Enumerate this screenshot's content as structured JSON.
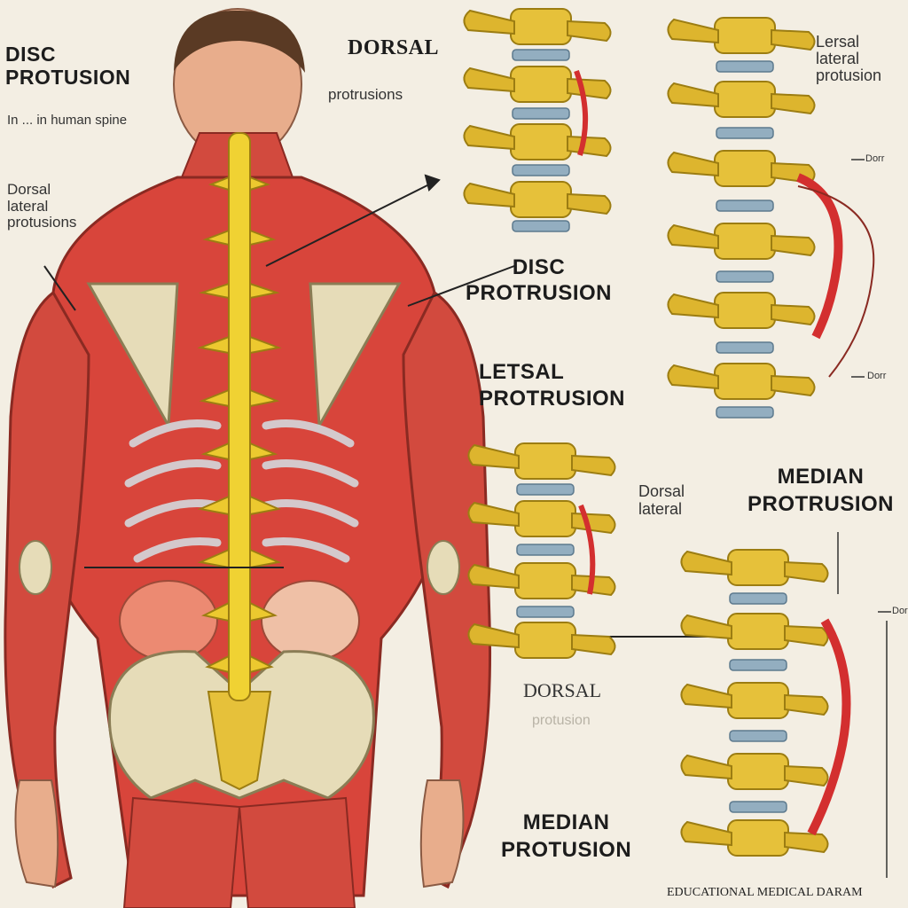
{
  "labels": {
    "title_main": "DISC\nPROTUSION",
    "title_sub": "In ... in human spine",
    "dorsal_lateral_left": "Dorsal\nlateral\nprotusions",
    "dorsal_top": "DORSAL",
    "protrusions_top": "protrusions",
    "lersal_lateral": "Lersal\nlateral\nprotusion",
    "disc_protrusion_mid": "DISC\nPROTRUSION",
    "letsal_protrusion": "LETSAL\nPROTRUSION",
    "dorsal_lateral_mid": "Dorsal\nlateral",
    "median_protrusion_right": "MEDIAN\nPROTRUSION",
    "dorsal_bottom": "DORSAL",
    "protusion_faint": "protusion",
    "median_protusion_bottom": "MEDIAN\nPROTUSION",
    "footer": "EDUCATIONAL MEDICAL DARAM",
    "tick_label_1": "Dorr",
    "tick_label_2": "Dorr",
    "tick_label_3": "Dorr"
  },
  "colors": {
    "background": "#f3eee3",
    "muscle": "#d8453b",
    "bone": "#e6c13a",
    "disc": "#93aec0",
    "nerve": "#d32f2f",
    "scapula": "#e6dcb8"
  }
}
